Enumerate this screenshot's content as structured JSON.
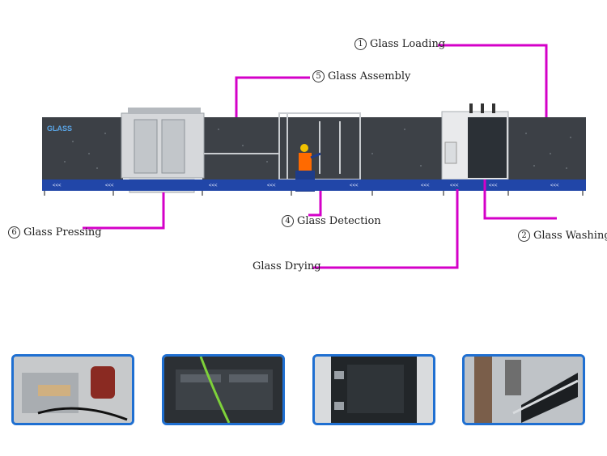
{
  "labels": {
    "glass_loading": {
      "num": "1",
      "text": "Glass Loading"
    },
    "glass_washing": {
      "num": "2",
      "text": "Glass Washing"
    },
    "glass_detection": {
      "num": "4",
      "text": "Glass Detection"
    },
    "glass_assembly": {
      "num": "5",
      "text": "Glass Assembly"
    },
    "glass_pressing": {
      "num": "6",
      "text": "Glass Pressing"
    },
    "glass_drying": {
      "num": "",
      "text": "Glass Drying"
    }
  },
  "machine": {
    "logo_text": "GLASS",
    "conveyor_mark": "<<<",
    "colors": {
      "panel": "#3c4046",
      "frame": "#c9ccd0",
      "conveyor": "#2146a8",
      "leader": "#d400c8",
      "thumb_border": "#1f6fd1",
      "vest": "#ff6a00"
    }
  },
  "thumbnails": [
    {
      "name": "detail-pressing-motor"
    },
    {
      "name": "detail-plc-controller"
    },
    {
      "name": "detail-washing-brushes"
    },
    {
      "name": "detail-drying-ducts"
    }
  ]
}
